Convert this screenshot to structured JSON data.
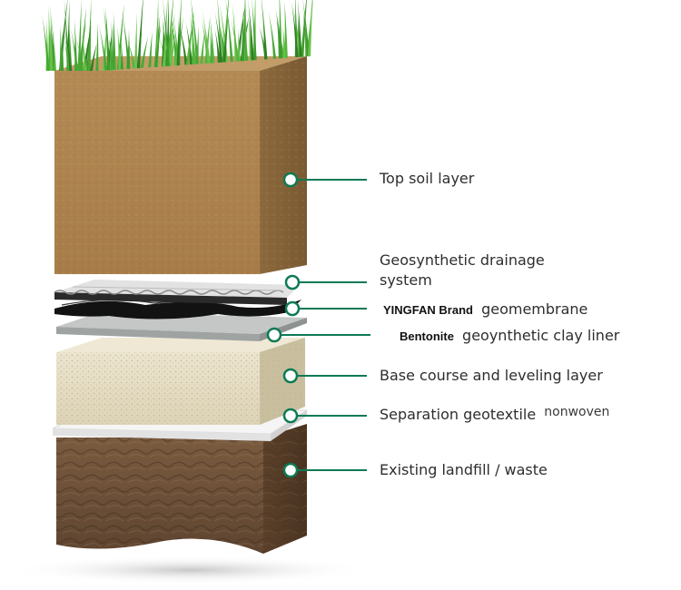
{
  "colors": {
    "accent": "#0e7a53",
    "leader_line": "#0e7a53",
    "grass": "#3f9b2e",
    "topsoil": "#b58b56",
    "drainage": "#d8d8d8",
    "geomembrane": "#141414",
    "clay_liner": "#b9bcbc",
    "base_course": "#e8dfc6",
    "geotextile": "#f4f4f4",
    "landfill": "#6b4f37"
  },
  "layers": [
    {
      "id": "top-soil",
      "text": "Top soil layer"
    },
    {
      "id": "drainage",
      "text": "Geosynthetic drainage system"
    },
    {
      "id": "geomembrane",
      "prefix": "YINGFAN Brand",
      "text": "geomembrane"
    },
    {
      "id": "clay-liner",
      "prefix": "Bentonite",
      "text": "geoynthetic clay liner"
    },
    {
      "id": "base-course",
      "text": "Base course and leveling layer"
    },
    {
      "id": "separation",
      "text": "Separation geotextile",
      "suffix": "nonwoven"
    },
    {
      "id": "landfill",
      "text": "Existing landfill / waste"
    }
  ]
}
